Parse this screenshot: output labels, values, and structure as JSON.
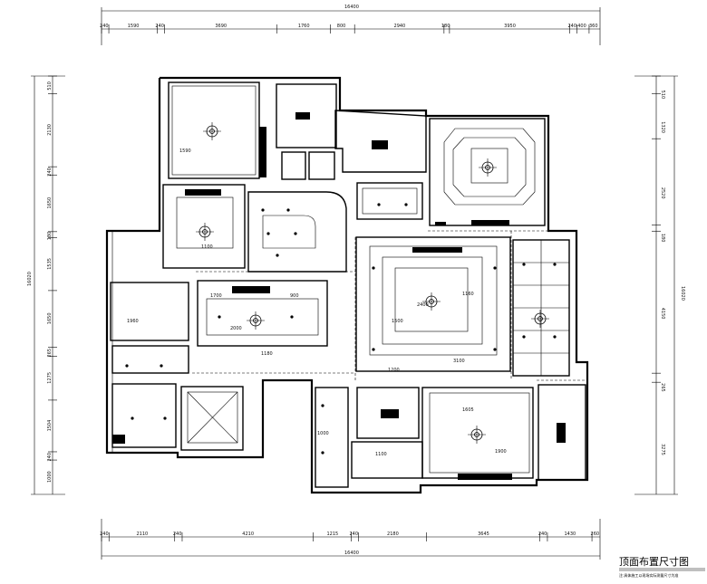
{
  "title": "顶面布置尺寸图",
  "subtitle": "注:具体施工以现场实际测量尺寸为准",
  "dims": {
    "top_total": "16400",
    "top_segments": [
      "240",
      "1590",
      "240",
      "3690",
      "1760",
      "800",
      "2940",
      "180",
      "3950",
      "240",
      "400",
      "360"
    ],
    "bottom_total": "16400",
    "bottom_segments": [
      "240",
      "2110",
      "240",
      "4210",
      "1215",
      "240",
      "2180",
      "3645",
      "240",
      "1430",
      "260"
    ],
    "left_total": "16020",
    "left_segments": [
      "510",
      "2130",
      "240",
      "1650",
      "180",
      "1535",
      "1650",
      "265",
      "1275",
      "1504",
      "240",
      "1000"
    ],
    "right_total": "16020",
    "right_segments": [
      "510",
      "1320",
      "2520",
      "180",
      "4150",
      "265",
      "3275"
    ]
  },
  "annotations": [
    "1590",
    "900",
    "1500",
    "1900",
    "1605",
    "1100",
    "2000",
    "1180",
    "2400",
    "1160",
    "1200",
    "3100",
    "1700",
    "1960",
    "1100",
    "1000"
  ]
}
